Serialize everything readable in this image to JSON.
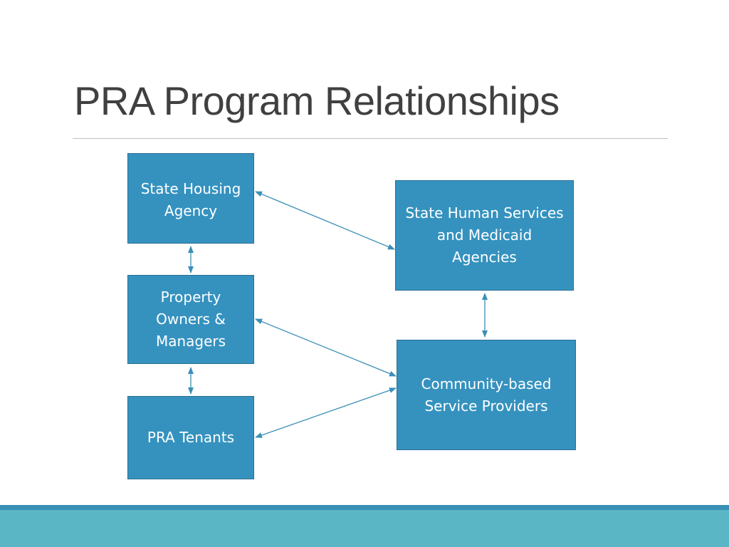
{
  "slide": {
    "title": "PRA Program Relationships"
  },
  "nodes": {
    "state_housing": "State Housing\nAgency",
    "property_owners": "Property\nOwners &\nManagers",
    "pra_tenants": "PRA Tenants",
    "human_services": "State Human Services\nand Medicaid\nAgencies",
    "community_providers": "Community-based\nService Providers"
  },
  "edges": [
    {
      "from": "state_housing",
      "to": "human_services",
      "direction": "both"
    },
    {
      "from": "state_housing",
      "to": "property_owners",
      "direction": "both"
    },
    {
      "from": "property_owners",
      "to": "pra_tenants",
      "direction": "both"
    },
    {
      "from": "human_services",
      "to": "community_providers",
      "direction": "both"
    },
    {
      "from": "property_owners",
      "to": "community_providers",
      "direction": "both"
    },
    {
      "from": "pra_tenants",
      "to": "community_providers",
      "direction": "both"
    }
  ],
  "colors": {
    "node_fill": "#3592bf",
    "arrow": "#3a8fb7",
    "footer": "#5ab5c4"
  }
}
